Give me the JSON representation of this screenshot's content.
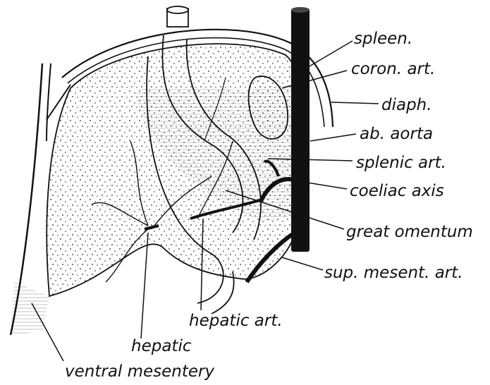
{
  "labels": {
    "spleen": "spleen.",
    "coron_art": "coron. art.",
    "diaph": "diaph.",
    "ab_aorta": "ab. aorta",
    "splenic_art": "splenic art.",
    "coeliac_axis": "coeliac axis",
    "great_omentum": "great omentum",
    "sup_mesent_art": "sup. mesent. art.",
    "hepatic_art": "hepatic art.",
    "hepatic": "hepatic",
    "ventral_mesentery": "ventral mesentery"
  },
  "colors": {
    "ink": "#111111",
    "paper": "#ffffff"
  }
}
